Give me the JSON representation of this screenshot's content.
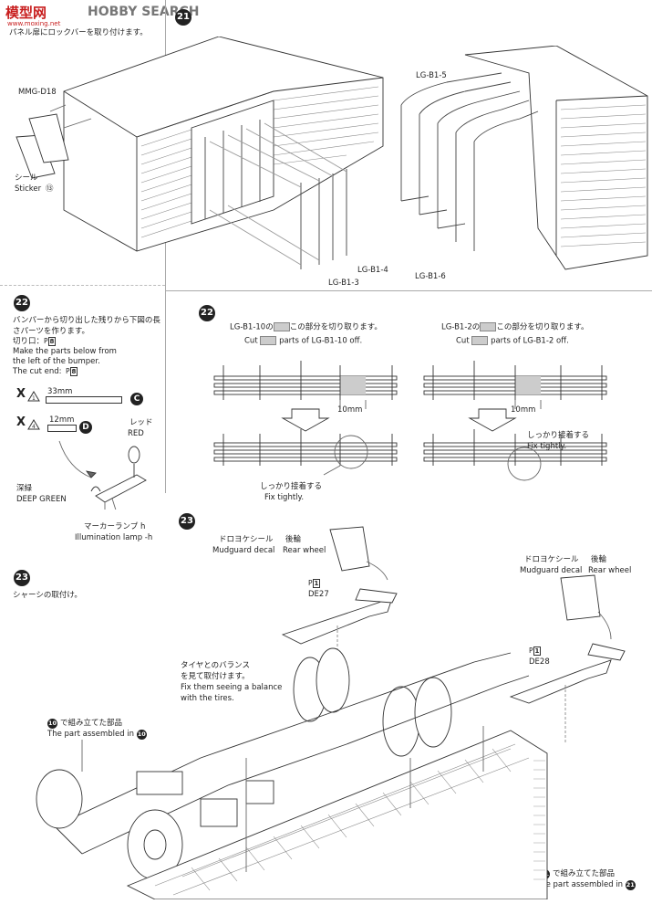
{
  "header": {
    "logo_text": "模型网",
    "logo_sub": "www.moxing.net",
    "brand_text": "HOBBY SEARCH"
  },
  "steps": {
    "s21": {
      "num": "21",
      "jp": "パネル扉にロックバーを取り付けます。",
      "labels": {
        "mmg": "MMG-D18",
        "sticker_jp": "シール",
        "sticker_en": "Sticker",
        "sticker_num": "⑬",
        "lg_b1_4": "LG-B1-4",
        "lg_b1_3": "LG-B1-3",
        "lg_b1_5": "LG-B1-5",
        "lg_b1_6": "LG-B1-6"
      }
    },
    "s22a": {
      "num": "22",
      "jp": "バンパーから切り出した残りから下図の長さパーツを作ります。",
      "cut_jp": "切り口：",
      "en1": "Make the parts below from",
      "en2": "the left of the bumper.",
      "cut_en": "The cut end:",
      "ref": "8",
      "len_c": "33mm",
      "len_d": "12mm",
      "letter_c": "C",
      "letter_d": "D",
      "num_c": "1",
      "num_d": "4",
      "red_jp": "レッド",
      "red_en": "RED",
      "green_jp": "深緑",
      "green_en": "DEEP GREEN",
      "lamp_jp": "マーカーランプ h",
      "lamp_en": "Illumination lamp -h"
    },
    "s22b": {
      "num": "22",
      "l_jp_pre": "LG-B1-10の",
      "l_jp_post": "この部分を切り取ります。",
      "l_en_pre": "Cut",
      "l_en_post": "parts of LG-B1-10 off.",
      "r_jp_pre": "LG-B1-2の",
      "r_jp_post": "この部分を切り取ります。",
      "r_en_pre": "Cut",
      "r_en_post": "parts of LG-B1-2 off.",
      "dim_l": "10mm",
      "dim_r": "10mm",
      "fix_l_jp": "しっかり接着する",
      "fix_l_en": "Fix tightly.",
      "fix_r_jp": "しっかり接着する",
      "fix_r_en": "Fix tightly."
    },
    "s23a": {
      "num": "23",
      "jp": "シャーシの取付け。"
    },
    "s23b": {
      "num": "23",
      "mud_l_jp": "ドロヨケシール",
      "mud_l_en": "Mudguard decal",
      "rear_l_jp": "後輪",
      "rear_l_en": "Rear wheel",
      "de27": "DE27",
      "ref_l": "1",
      "mud_r_jp": "ドロヨケシール",
      "mud_r_en": "Mudguard decal",
      "rear_r_jp": "後輪",
      "rear_r_en": "Rear wheel",
      "de28": "DE28",
      "ref_r": "1",
      "tire_jp1": "タイヤとのバランス",
      "tire_jp2": "を見て取付けます。",
      "tire_en1": "Fix them seeing a balance",
      "tire_en2": "with the tires.",
      "asm10_jp": "で組み立てた部品",
      "asm10_en": "The part assembled in",
      "asm10_num": "10",
      "asm21_jp": "で組み立てた部品",
      "asm21_en": "The part assembled in",
      "asm21_num": "21"
    }
  }
}
